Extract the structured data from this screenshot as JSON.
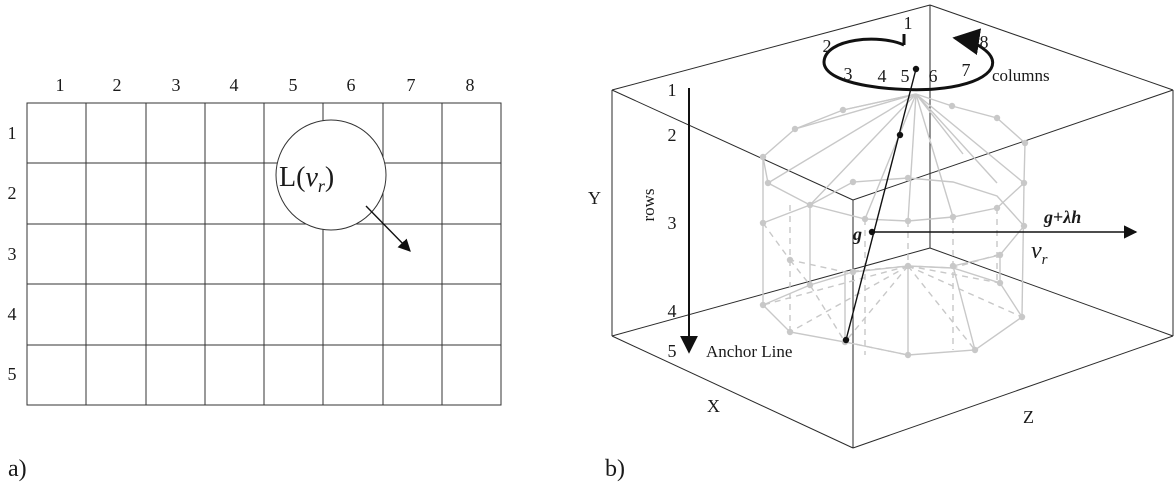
{
  "panel_a": {
    "label": "a)",
    "column_labels": [
      "1",
      "2",
      "3",
      "4",
      "5",
      "6",
      "7",
      "8"
    ],
    "row_labels": [
      "1",
      "2",
      "3",
      "4",
      "5"
    ],
    "cell_annotation": {
      "prefix": "L(",
      "var": "v",
      "sub": "r",
      "suffix": ")"
    }
  },
  "panel_b": {
    "label": "b)",
    "column_labels": [
      "1",
      "2",
      "3",
      "4",
      "5",
      "6",
      "7",
      "8"
    ],
    "columns_text": "columns",
    "row_labels": [
      "1",
      "2",
      "3",
      "4",
      "5"
    ],
    "rows_text": "rows",
    "axis_x": "X",
    "axis_y": "Y",
    "axis_z": "Z",
    "anchor_line": "Anchor Line",
    "point_g": "g",
    "ray_label": {
      "g": "g",
      "plus": "+",
      "lambda": "λ",
      "h": "h"
    },
    "vr": {
      "var": "v",
      "sub": "r"
    }
  }
}
